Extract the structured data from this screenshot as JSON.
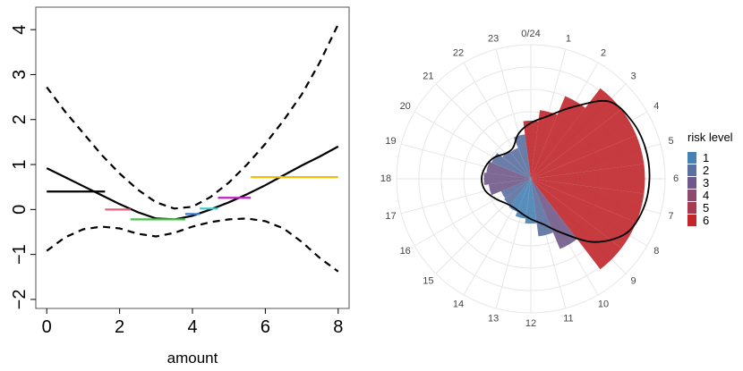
{
  "chart_data": [
    {
      "type": "line",
      "xlabel": "amount",
      "ylabel": "",
      "xlim": [
        -0.3,
        8.3
      ],
      "ylim": [
        -2.2,
        4.5
      ],
      "x_ticks": [
        0,
        2,
        4,
        6,
        8
      ],
      "y_ticks": [
        -2,
        -1,
        0,
        1,
        2,
        3,
        4
      ],
      "grid": false,
      "series": [
        {
          "style": "solid",
          "color": "#000000",
          "x": [
            0,
            0.5,
            1,
            1.5,
            2,
            2.5,
            3,
            3.5,
            4,
            4.5,
            5,
            5.5,
            6,
            6.5,
            7,
            7.5,
            8
          ],
          "y": [
            0.92,
            0.72,
            0.52,
            0.32,
            0.12,
            -0.06,
            -0.2,
            -0.22,
            -0.14,
            0.0,
            0.16,
            0.34,
            0.54,
            0.76,
            0.98,
            1.18,
            1.4
          ]
        },
        {
          "style": "dashed",
          "color": "#000000",
          "x": [
            0,
            0.5,
            1,
            1.5,
            2,
            2.5,
            3,
            3.5,
            4,
            4.5,
            5,
            5.5,
            6,
            6.5,
            7,
            7.5,
            8
          ],
          "y": [
            2.72,
            2.18,
            1.7,
            1.22,
            0.8,
            0.44,
            0.16,
            0.02,
            0.06,
            0.28,
            0.6,
            1.0,
            1.46,
            1.98,
            2.56,
            3.28,
            4.12
          ]
        },
        {
          "style": "dashed",
          "color": "#000000",
          "x": [
            0,
            0.5,
            1,
            1.5,
            2,
            2.5,
            3,
            3.5,
            4,
            4.5,
            5,
            5.5,
            6,
            6.5,
            7,
            7.5,
            8
          ],
          "y": [
            -0.92,
            -0.62,
            -0.44,
            -0.38,
            -0.42,
            -0.54,
            -0.6,
            -0.52,
            -0.38,
            -0.28,
            -0.22,
            -0.2,
            -0.26,
            -0.42,
            -0.72,
            -1.08,
            -1.38
          ]
        }
      ],
      "segments": [
        {
          "x0": 0.0,
          "x1": 1.6,
          "y": 0.4,
          "color": "#000000"
        },
        {
          "x0": 1.6,
          "x1": 2.3,
          "y": 0.0,
          "color": "#e8607a"
        },
        {
          "x0": 2.3,
          "x1": 3.8,
          "y": -0.22,
          "color": "#4cbf4c"
        },
        {
          "x0": 3.8,
          "x1": 4.2,
          "y": -0.1,
          "color": "#3a7fd6"
        },
        {
          "x0": 4.2,
          "x1": 4.7,
          "y": 0.02,
          "color": "#33cccc"
        },
        {
          "x0": 4.7,
          "x1": 5.6,
          "y": 0.26,
          "color": "#c020c0"
        },
        {
          "x0": 5.6,
          "x1": 8.0,
          "y": 0.72,
          "color": "#f0c000"
        }
      ]
    },
    {
      "type": "polar-bar",
      "title": "",
      "hours": [
        "0/24",
        "1",
        "2",
        "3",
        "4",
        "5",
        "6",
        "7",
        "8",
        "9",
        "10",
        "11",
        "12",
        "13",
        "14",
        "15",
        "16",
        "17",
        "18",
        "19",
        "20",
        "21",
        "22",
        "23"
      ],
      "values": [
        1.3,
        1.55,
        2.0,
        2.55,
        2.55,
        2.55,
        2.55,
        2.55,
        2.55,
        2.55,
        1.7,
        1.3,
        1.0,
        0.9,
        0.8,
        0.75,
        0.72,
        0.95,
        1.05,
        1.0,
        0.95,
        0.8,
        0.75,
        1.0
      ],
      "risk_levels": [
        6,
        6,
        6,
        6,
        6,
        6,
        6,
        6,
        6,
        6,
        3,
        2,
        1,
        1,
        1,
        2,
        2,
        3,
        3,
        3,
        2,
        2,
        2,
        2
      ],
      "smooth_curve": [
        1.25,
        1.45,
        1.85,
        2.45,
        2.6,
        2.65,
        2.65,
        2.6,
        2.45,
        2.0,
        1.4,
        1.05,
        0.9,
        0.8,
        0.75,
        0.78,
        0.9,
        1.05,
        1.1,
        1.05,
        0.95,
        0.8,
        0.8,
        1.05
      ],
      "rmax": 3.0,
      "grid": true,
      "legend": {
        "title": "risk level",
        "position": "right",
        "entries": [
          "1",
          "2",
          "3",
          "4",
          "5",
          "6"
        ],
        "colors": [
          "#4682b4",
          "#5b6fa0",
          "#70598a",
          "#8c4a6e",
          "#a83a50",
          "#c0262a"
        ]
      }
    }
  ]
}
